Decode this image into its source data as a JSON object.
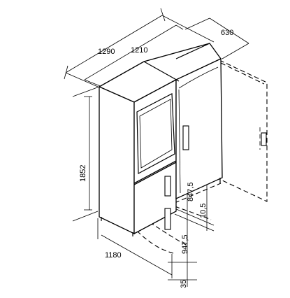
{
  "dimensions": {
    "total_width": "1290",
    "body_width": "1210",
    "depth": "630",
    "height": "1852",
    "door_opening_width": "1180",
    "upper_door_height": "847,5",
    "gap": "10,5",
    "lower_door_height": "947,5",
    "plinth": "35"
  }
}
